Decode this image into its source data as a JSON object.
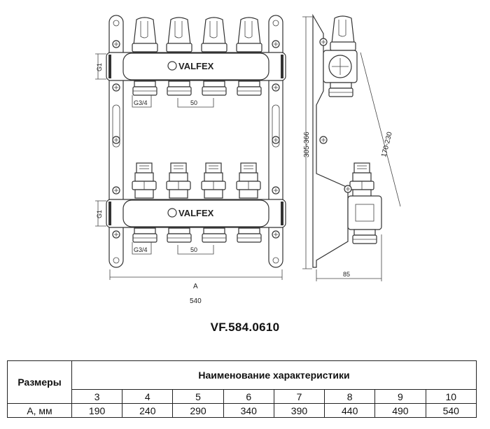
{
  "drawing": {
    "logo": "VALFEX",
    "inlet_thread_top": "G1",
    "inlet_thread_bottom": "G1",
    "outlet_thread_top": "G3/4",
    "outlet_thread_bottom": "G3/4",
    "pitch_top": "50",
    "pitch_bottom": "50",
    "width_label": "A",
    "width_value": "540",
    "height_range": "305-366",
    "bar_distance": "170-230",
    "depth": "85"
  },
  "model": "VF.584.0610",
  "table": {
    "row_header": "Размеры",
    "group_header": "Наименование характеристики",
    "outlets": [
      "3",
      "4",
      "5",
      "6",
      "7",
      "8",
      "9",
      "10"
    ],
    "row_label": "А, мм",
    "values": [
      "190",
      "240",
      "290",
      "340",
      "390",
      "440",
      "490",
      "540"
    ]
  }
}
